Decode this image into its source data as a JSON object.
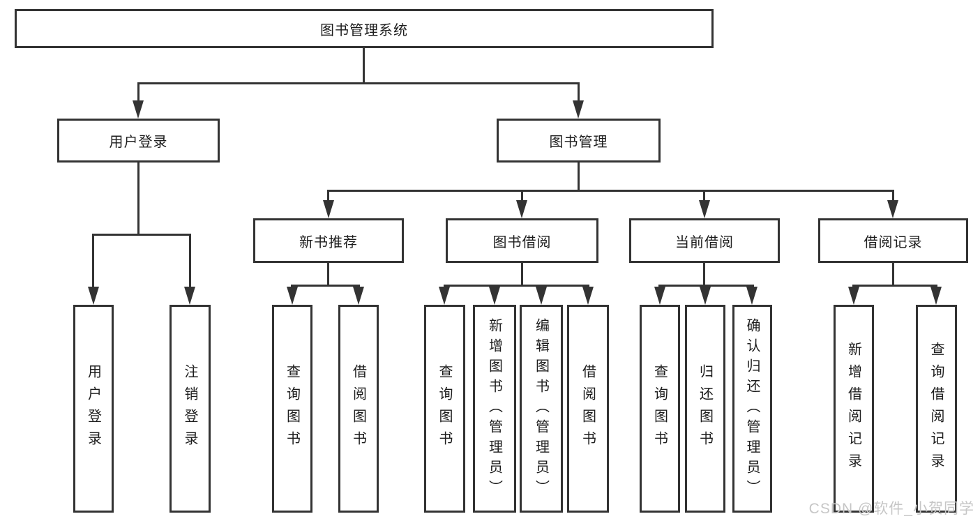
{
  "colors": {
    "line": "#333333",
    "text": "#1d1d1d",
    "watermark": "#c6c6c6",
    "background": "#ffffff"
  },
  "diagram": {
    "root": {
      "label": "图书管理系统"
    },
    "level2": [
      {
        "id": "user-login",
        "label": "用户登录"
      },
      {
        "id": "book-management",
        "label": "图书管理"
      }
    ],
    "level3": [
      {
        "id": "new-book-recommend",
        "label": "新书推荐"
      },
      {
        "id": "book-borrow",
        "label": "图书借阅"
      },
      {
        "id": "current-borrow",
        "label": "当前借阅"
      },
      {
        "id": "borrow-record",
        "label": "借阅记录"
      }
    ],
    "leaves": {
      "user_login": [
        {
          "label": "用户登录"
        },
        {
          "label": "注销登录"
        }
      ],
      "new_book_recommend": [
        {
          "label": "查询图书"
        },
        {
          "label": "借阅图书"
        }
      ],
      "book_borrow": [
        {
          "label": "查询图书"
        },
        {
          "label": "新增图书（管理员）"
        },
        {
          "label": "编辑图书（管理员）"
        },
        {
          "label": "借阅图书"
        }
      ],
      "current_borrow": [
        {
          "label": "查询图书"
        },
        {
          "label": "归还图书"
        },
        {
          "label": "确认归还（管理员）"
        }
      ],
      "borrow_record": [
        {
          "label": "新增借阅记录"
        },
        {
          "label": "查询借阅记录"
        }
      ]
    }
  },
  "watermark": {
    "text": "CSDN @软件_小贺同学"
  }
}
